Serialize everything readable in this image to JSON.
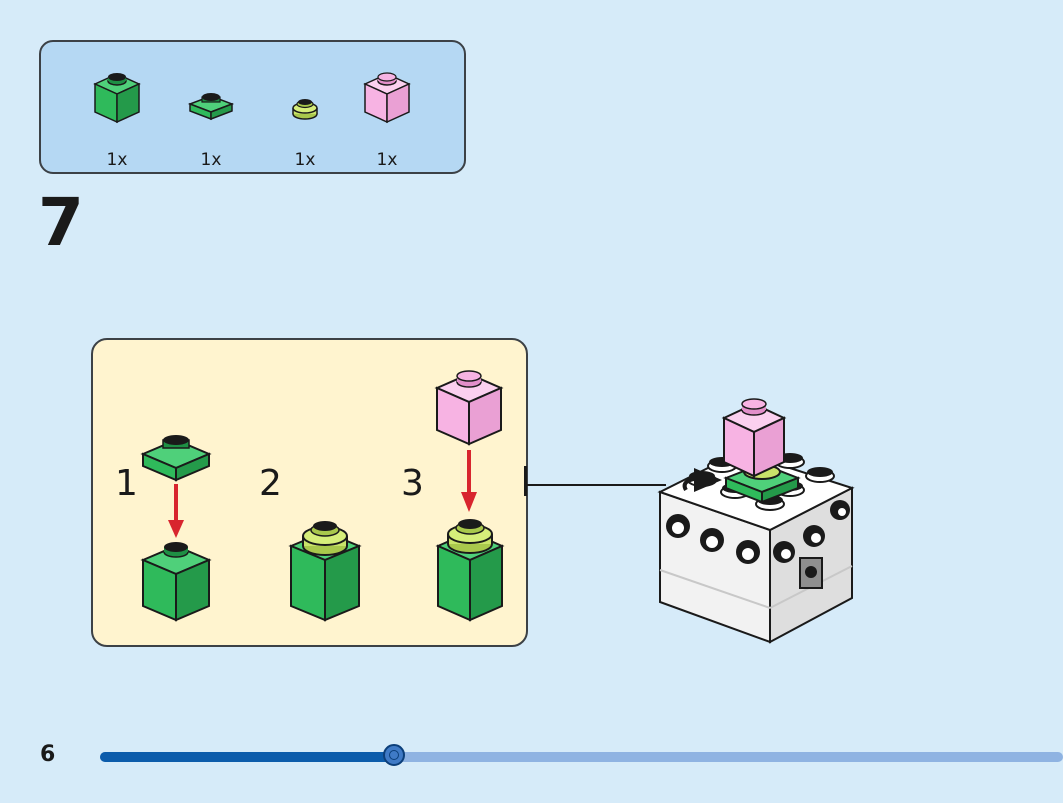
{
  "parts_list": {
    "items": [
      {
        "icon": "green-brick-1x1-icon",
        "qty": "1x",
        "color": "#2fba5b"
      },
      {
        "icon": "green-plate-1x1-icon",
        "qty": "1x",
        "color": "#2fba5b"
      },
      {
        "icon": "lime-round-plate-icon",
        "qty": "1x",
        "color": "#c9e36a"
      },
      {
        "icon": "pink-brick-1x1-icon",
        "qty": "1x",
        "color": "#f7b3e3"
      }
    ]
  },
  "step": {
    "number": "7"
  },
  "substeps": [
    {
      "number": "1"
    },
    {
      "number": "2"
    },
    {
      "number": "3"
    }
  ],
  "colors": {
    "background": "#d6ebf9",
    "parts_box": "#b5d8f3",
    "substep_box": "#fff4cf",
    "arrow_red": "#d8252e",
    "progress_fill": "#0c5cab",
    "progress_track": "#8fb3e2"
  },
  "footer": {
    "page_number": "6",
    "progress": 0.305
  }
}
